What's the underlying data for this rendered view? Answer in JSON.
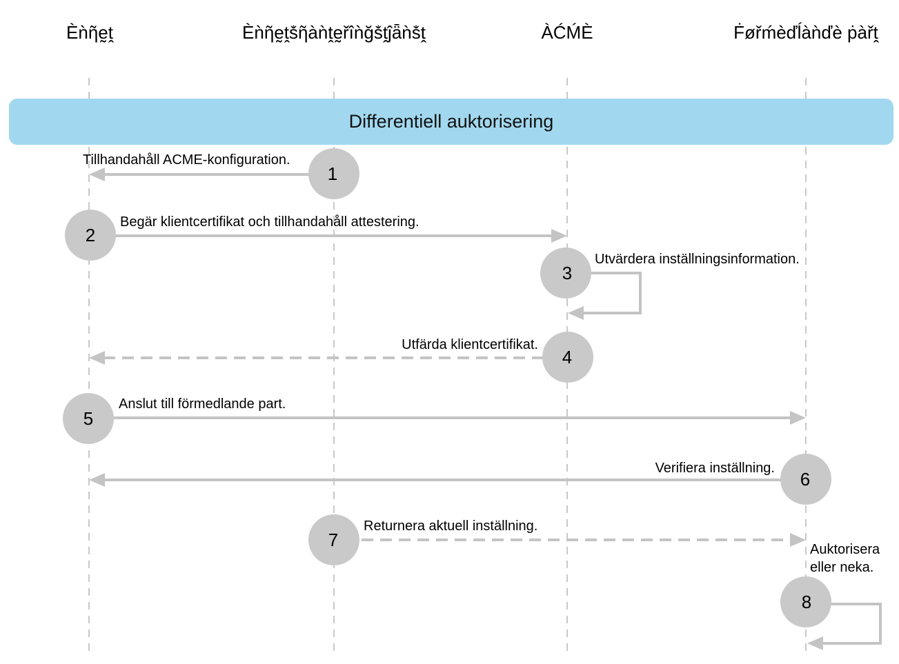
{
  "participants": [
    {
      "id": "device",
      "label": "Ѐǹῆḛṱ"
    },
    {
      "id": "mdm",
      "label": "Ѐǹῆḛṱṧῆàǹṱḛřîǹğṧṱĵǟǹṧṱ"
    },
    {
      "id": "acme",
      "label": "ÀĆḾÈ"
    },
    {
      "id": "relying",
      "label": "Ḟøřḿèďĺàǹďè ṗàřṱ"
    }
  ],
  "banner": {
    "label": "Differentiell auktorisering",
    "color": "#a1d8ef"
  },
  "colors": {
    "arrow": "#c4c4c4",
    "circle": "#c9c9c9",
    "lifeline": "#aaaaaa"
  },
  "steps": [
    {
      "num": "1",
      "label": "Tillhandahåll ACME-konfiguration.",
      "from": "mdm",
      "to": "device",
      "style": "solid"
    },
    {
      "num": "2",
      "label": "Begär klientcertifikat och tillhandahåll attestering.",
      "from": "device",
      "to": "acme",
      "style": "solid"
    },
    {
      "num": "3",
      "label": "Utvärdera inställningsinformation.",
      "from": "acme",
      "to": "acme",
      "style": "self"
    },
    {
      "num": "4",
      "label": "Utfärda klientcertifikat.",
      "from": "acme",
      "to": "device",
      "style": "dashed"
    },
    {
      "num": "5",
      "label": "Anslut till förmedlande part.",
      "from": "device",
      "to": "relying",
      "style": "solid"
    },
    {
      "num": "6",
      "label": "Verifiera inställning.",
      "from": "relying",
      "to": "device",
      "style": "solid"
    },
    {
      "num": "7",
      "label": "Returnera aktuell inställning.",
      "from": "mdm",
      "to": "relying",
      "style": "dashed"
    },
    {
      "num": "8",
      "label_lines": [
        "Auktorisera",
        "eller neka."
      ],
      "from": "relying",
      "to": "relying",
      "style": "self"
    }
  ]
}
